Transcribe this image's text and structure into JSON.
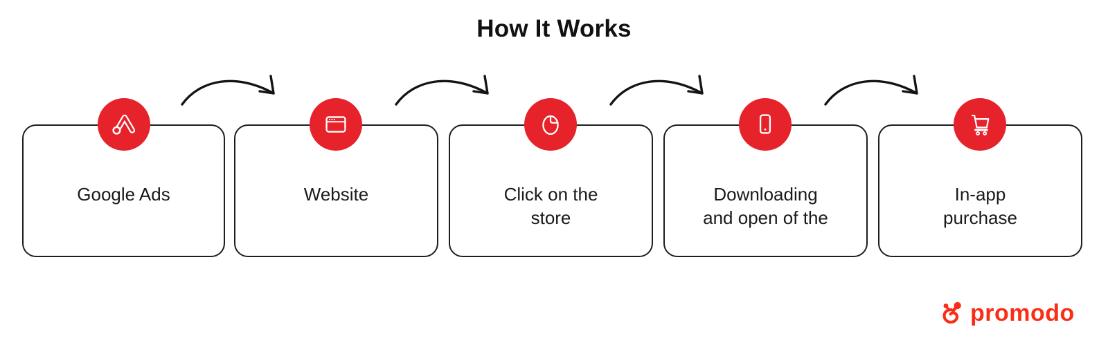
{
  "title": "How It Works",
  "steps": [
    {
      "name": "google-ads",
      "icon": "google-ads-icon",
      "label": "Google Ads",
      "lines": [
        "Google Ads"
      ]
    },
    {
      "name": "website",
      "icon": "browser-icon",
      "label": "Website",
      "lines": [
        "Website"
      ]
    },
    {
      "name": "click-store",
      "icon": "mouse-icon",
      "label": "Click on the store",
      "lines": [
        "Click on the",
        "store"
      ]
    },
    {
      "name": "downloading",
      "icon": "smartphone-icon",
      "label": "Downloading and open of the",
      "lines": [
        "Downloading",
        "and open of the"
      ]
    },
    {
      "name": "in-app",
      "icon": "cart-icon",
      "label": "In-app purchase",
      "lines": [
        "In-app",
        "purchase"
      ]
    }
  ],
  "arrows": {
    "count": 4,
    "style": "curved hand-drawn arc pointing right"
  },
  "logo": {
    "wordmark": "promodo"
  },
  "colors": {
    "background": "#FFFFFF",
    "step_icon_circle": "#E6222B",
    "icon_glyph": "#FFFFFF",
    "card_border": "#1D1D1D",
    "text": "#1A1A1A",
    "arrow": "#141414",
    "logo_red": "#FA2E17"
  }
}
